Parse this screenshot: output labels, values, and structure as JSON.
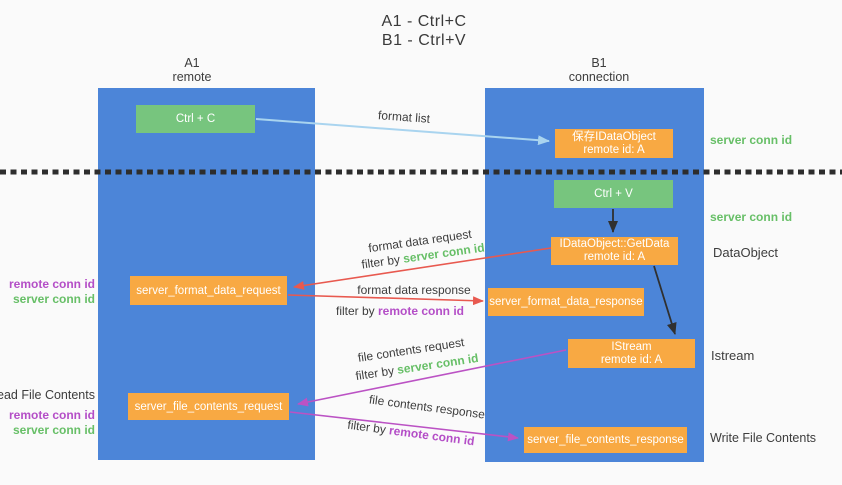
{
  "title": {
    "line1": "A1 - Ctrl+C",
    "line2": "B1 - Ctrl+V"
  },
  "columns": {
    "a1": {
      "title": "A1",
      "subtitle": "remote"
    },
    "b1": {
      "title": "B1",
      "subtitle": "connection"
    }
  },
  "nodes": {
    "ctrl_c": {
      "label": "Ctrl + C"
    },
    "ctrl_v": {
      "label": "Ctrl + V"
    },
    "save_dataobject": {
      "line1": "保存IDataObject",
      "line2": "remote id: A"
    },
    "getdata": {
      "line1": "IDataObject::GetData",
      "line2": "remote id: A"
    },
    "istream": {
      "line1": "IStream",
      "line2": "remote id: A"
    },
    "server_format_data_request": {
      "label": "server_format_data_request"
    },
    "server_format_data_response": {
      "label": "server_format_data_response"
    },
    "server_file_contents_request": {
      "label": "server_file_contents_request"
    },
    "server_file_contents_response": {
      "label": "server_file_contents_response"
    }
  },
  "arrow_labels": {
    "format_list": "format list",
    "format_data_request": "format data request",
    "format_data_response": "format data response",
    "file_contents_request": "file contents request",
    "file_contents_response": "file contents response",
    "filter_by": "filter by ",
    "server_conn_id": "server conn id",
    "remote_conn_id": "remote conn id"
  },
  "left_labels": {
    "format_remote": "remote conn id",
    "format_server": "server conn id",
    "read_file_contents": "Read File Contents",
    "file_remote": "remote conn id",
    "file_server": "server conn id"
  },
  "right_labels": {
    "server_conn_top": "server conn id",
    "server_conn_mid": "server conn id",
    "dataobject": "DataObject",
    "istream": "Istream",
    "write_file_contents": "Write File Contents"
  },
  "colors": {
    "column_blue": "#4c85d8",
    "node_green": "#77c57e",
    "node_orange": "#f8a943",
    "arrow_lightblue": "#a9d4ef",
    "arrow_red": "#e8594f",
    "arrow_magenta": "#bb52c4",
    "arrow_black": "#303030",
    "text_green": "#67bf67",
    "text_purple": "#b44ec7",
    "text_dark": "#3d3d3d"
  }
}
